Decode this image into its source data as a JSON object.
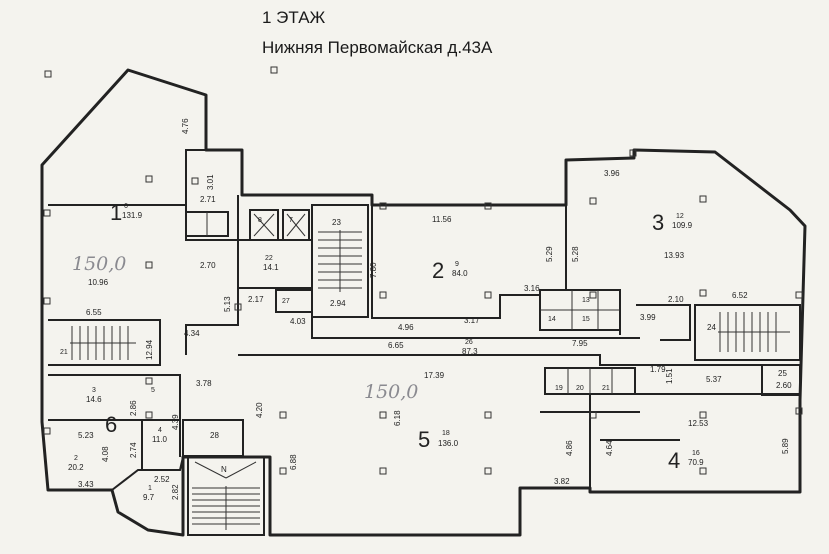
{
  "header": {
    "floor": "1 ЭТАЖ",
    "address": "Нижняя Первомайская д.43А"
  },
  "handwritten": [
    "150,0",
    "150,0"
  ],
  "sections": [
    {
      "num": "1",
      "room": "6",
      "area": "131.9"
    },
    {
      "num": "2",
      "room": "9",
      "area": "84.0"
    },
    {
      "num": "3",
      "room": "12",
      "area": "109.9"
    },
    {
      "num": "4",
      "room": "16",
      "area": "70.9"
    },
    {
      "num": "5",
      "room": "18",
      "area": "136.0"
    },
    {
      "num": "6",
      "room": "",
      "area": ""
    }
  ],
  "rooms": {
    "r22": {
      "num": "22",
      "area": "14.1"
    },
    "r26": {
      "num": "26",
      "area": "87.3"
    },
    "r3": {
      "num": "3",
      "area": "14.6"
    },
    "r2": {
      "num": "2",
      "area": "20.2"
    },
    "r4": {
      "num": "4",
      "area": "11.0"
    },
    "r1": {
      "num": "1",
      "area": "9.7"
    },
    "r5": "5",
    "r21": "21",
    "r23": "23",
    "r24": "24",
    "r25": "25",
    "r27": "27",
    "r28": "28",
    "r14": "14",
    "r19": "19",
    "r20": "20",
    "r21b": "21",
    "r13": "13",
    "r15": "15",
    "r8": "8",
    "r7": "7",
    "rN": "N"
  },
  "dims": {
    "d476": "4.76",
    "d301": "3.01",
    "d271": "2.71",
    "d270": "2.70",
    "d1096": "10.96",
    "d655": "6.55",
    "d513": "5.13",
    "d434": "4.34",
    "d217": "2.17",
    "d294": "2.94",
    "d403": "4.03",
    "d1294": "12.94",
    "d1156": "11.56",
    "d780": "7.80",
    "d529": "5.29",
    "d528": "5.28",
    "d316": "3.16",
    "d496": "4.96",
    "d317": "3.17",
    "d665": "6.65",
    "d795": "7.95",
    "d1739": "17.39",
    "d396": "3.96",
    "d1393": "13.93",
    "d210": "2.10",
    "d652": "6.52",
    "d399": "3.99",
    "d179": "1.79",
    "d151": "1.51",
    "d537": "5.37",
    "d260": "2.60",
    "d1253": "12.53",
    "d589": "5.89",
    "d464": "4.64",
    "d486": "4.86",
    "d382": "3.82",
    "d618": "6.18",
    "d688": "6.88",
    "d420": "4.20",
    "d378": "3.78",
    "d286": "2.86",
    "d439": "4.39",
    "d523": "5.23",
    "d408": "4.08",
    "d274": "2.74",
    "d343": "3.43",
    "d252": "2.52",
    "d282": "2.82"
  }
}
